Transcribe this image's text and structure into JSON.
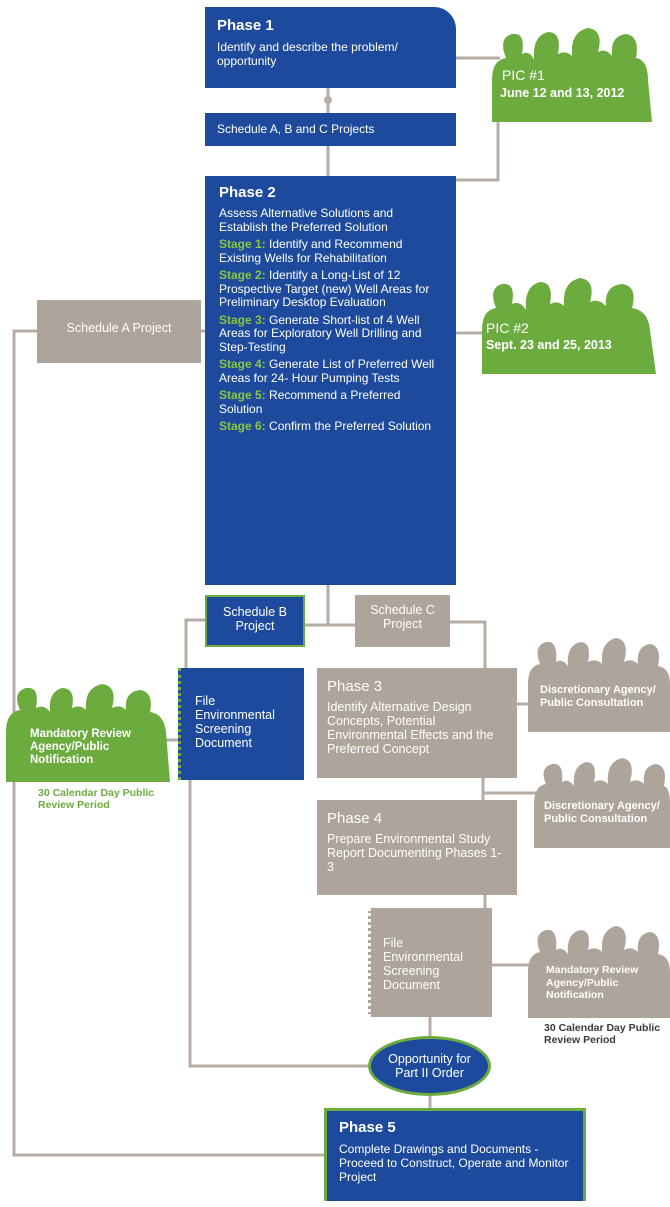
{
  "phase1": {
    "title": "Phase 1",
    "text": "Identify and describe the problem/ opportunity"
  },
  "schedule_abc": "Schedule A, B and C Projects",
  "pic1": {
    "title": "PIC #1",
    "date": "June 12 and 13, 2012"
  },
  "phase2": {
    "title": "Phase 2",
    "text": "Assess Alternative Solutions and Establish the Preferred Solution",
    "stages": [
      {
        "label": "Stage 1:",
        "text": "Identify and Recommend Existing Wells for Rehabilitation"
      },
      {
        "label": "Stage 2:",
        "text": "Identify a Long-List of 12 Prospective Target (new) Well Areas for Preliminary Desktop Evaluation"
      },
      {
        "label": "Stage 3:",
        "text": "Generate Short-list of 4 Well Areas for Exploratory Well Drilling and Step-Testing"
      },
      {
        "label": "Stage 4:",
        "text": "Generate List of Preferred Well Areas for 24- Hour Pumping Tests"
      },
      {
        "label": "Stage 5:",
        "text": "Recommend a Preferred Solution"
      },
      {
        "label": "Stage 6:",
        "text": "Confirm the Preferred Solution"
      }
    ]
  },
  "schedule_a": "Schedule A Project",
  "pic2": {
    "title": "PIC #2",
    "date": "Sept. 23 and 25, 2013"
  },
  "schedule_b": "Schedule B Project",
  "schedule_c": "Schedule C Project",
  "file_esd_b": "File Environmental Screening Document",
  "mandatory_left": {
    "text": "Mandatory Review Agency/Public Notification",
    "note": "30 Calendar Day Public Review Period"
  },
  "phase3": {
    "title": "Phase 3",
    "text": "Identify Alternative Design Concepts, Potential Environmental Effects and the Preferred Concept"
  },
  "disc1": "Discretionary Agency/ Public Consultation",
  "phase4": {
    "title": "Phase 4",
    "text": "Prepare Environmental Study Report Documenting Phases 1-3"
  },
  "disc2": "Discretionary Agency/ Public Consultation",
  "file_esd_c": "File Environmental Screening Document",
  "mandatory_right": {
    "text": "Mandatory Review Agency/Public Notification",
    "note": "30 Calendar Day Public Review Period"
  },
  "opportunity": "Opportunity for Part II Order",
  "phase5": {
    "title": "Phase 5",
    "text": "Complete Drawings and Documents - Proceed to Construct, Operate and Monitor Project"
  },
  "colors": {
    "blue": "#1d4a9c",
    "tan": "#ada49c",
    "green": "#6cac3f",
    "stage_green": "#8cc63f",
    "line": "#b5ada5"
  }
}
